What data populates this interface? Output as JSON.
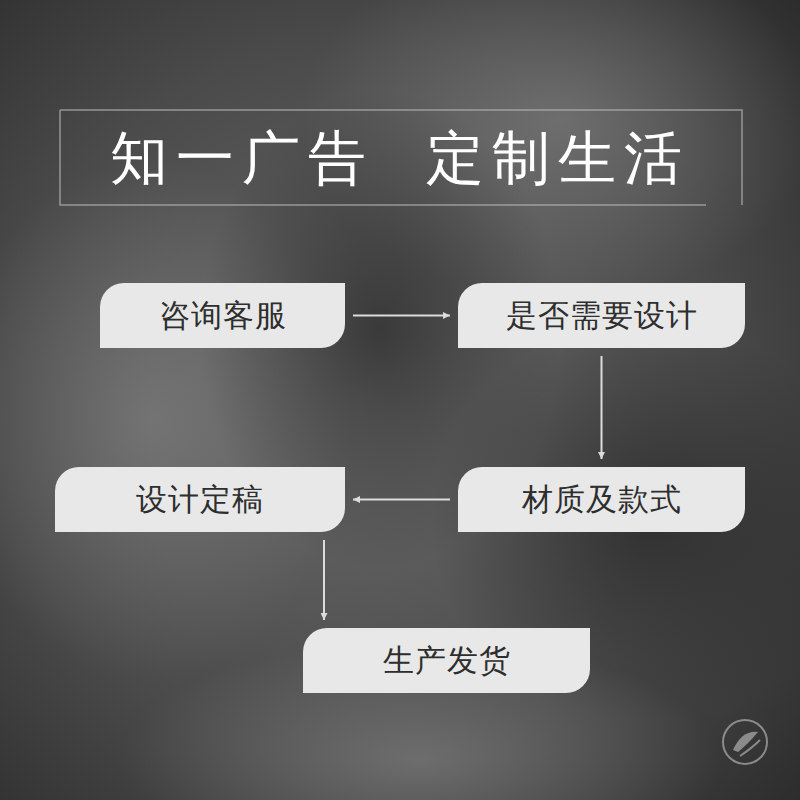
{
  "diagram": {
    "title": "知一广告  定制生活",
    "nodes": [
      {
        "text": [
          "咨询客服"
        ]
      },
      {
        "text": [
          "是否需要设计"
        ]
      },
      {
        "text": [
          "材质及款式"
        ]
      },
      {
        "text": [
          "设计定稿"
        ]
      },
      {
        "text": [
          "生产发货"
        ]
      }
    ],
    "edges": [
      {
        "from": 0,
        "to": 1,
        "arrow": "to"
      },
      {
        "from": 1,
        "to": 2,
        "arrow": "to"
      },
      {
        "from": 2,
        "to": 3,
        "arrow": "to"
      },
      {
        "from": 3,
        "to": 4,
        "arrow": "to"
      }
    ]
  }
}
